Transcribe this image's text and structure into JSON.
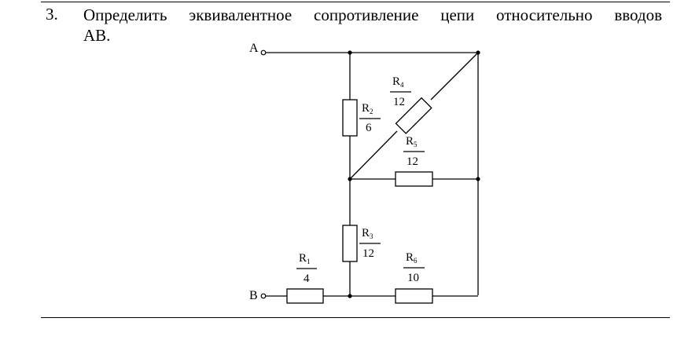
{
  "problem": {
    "number": "3.",
    "text_line1": "Определить эквивалентное сопротивление цепи относительно вводов",
    "text_line2": "АВ."
  },
  "circuit": {
    "terminals": {
      "a": "А",
      "b": "В"
    },
    "resistors": [
      {
        "id": "r1",
        "letter": "R",
        "index": "1",
        "value": "4"
      },
      {
        "id": "r2",
        "letter": "R",
        "index": "2",
        "value": "6"
      },
      {
        "id": "r3",
        "letter": "R",
        "index": "3",
        "value": "12"
      },
      {
        "id": "r4",
        "letter": "R",
        "index": "4",
        "value": "12"
      },
      {
        "id": "r5",
        "letter": "R",
        "index": "5",
        "value": "12"
      },
      {
        "id": "r6",
        "letter": "R",
        "index": "6",
        "value": "10"
      }
    ]
  }
}
